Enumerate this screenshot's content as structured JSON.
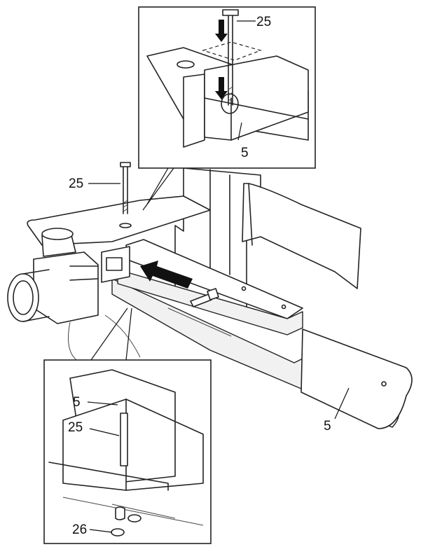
{
  "labels": {
    "part_25_top": "25",
    "part_5_top": "5",
    "part_25_main": "25",
    "part_5_main": "5",
    "part_5_bottom": "5",
    "part_25_bottom": "25",
    "part_26_bottom": "26"
  },
  "icons": [
    "arrow-down-icon",
    "arrow-insert-icon"
  ]
}
